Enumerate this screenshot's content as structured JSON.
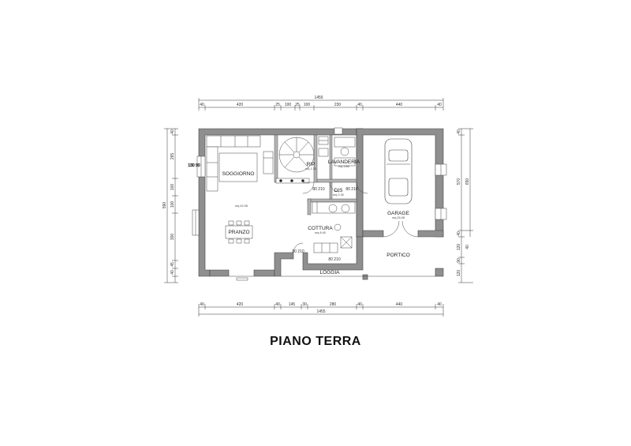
{
  "title": "PIANO TERRA",
  "dims": {
    "top_total": "1455",
    "top": [
      "40",
      "420",
      "25",
      "100",
      "25",
      "100",
      "230",
      "40",
      "440",
      "40"
    ],
    "bottom_total": "1455",
    "bottom": [
      "40",
      "420",
      "40",
      "145",
      "30",
      "280",
      "40",
      "440",
      "40"
    ],
    "left_total": "590",
    "left": [
      "40",
      "265",
      "100",
      "100",
      "300",
      "45",
      "40"
    ],
    "right": [
      "40",
      "570",
      "650",
      "40",
      "120",
      "40",
      "90",
      "120"
    ]
  },
  "rooms": {
    "soggiorno": {
      "label": "SOGGIORNO"
    },
    "living_area": {
      "label": "mq 42.08"
    },
    "pranzo": {
      "label": "PRANZO"
    },
    "rip": {
      "label": "RIP"
    },
    "rip_area": {
      "label": "mq 1.35"
    },
    "lavanderia": {
      "label": "LAVANDERIA"
    },
    "lavanderia_area": {
      "label": "mq 3.80"
    },
    "dis": {
      "label": "DIS"
    },
    "dis_area": {
      "label": "mq 2.30"
    },
    "cottura": {
      "label": "COTTURA"
    },
    "cottura_area": {
      "label": "mq 8.40"
    },
    "garage": {
      "label": "GARAGE"
    },
    "garage_area": {
      "label": "mq 25.08"
    },
    "portico": {
      "label": "PORTICO"
    },
    "loggia": {
      "label": "LOGGIA"
    }
  },
  "openings": {
    "window_left": "130\n90",
    "door_1": "80\n210",
    "door_2": "80\n210",
    "door_3": "80\n210",
    "door_4": "80\n210"
  }
}
